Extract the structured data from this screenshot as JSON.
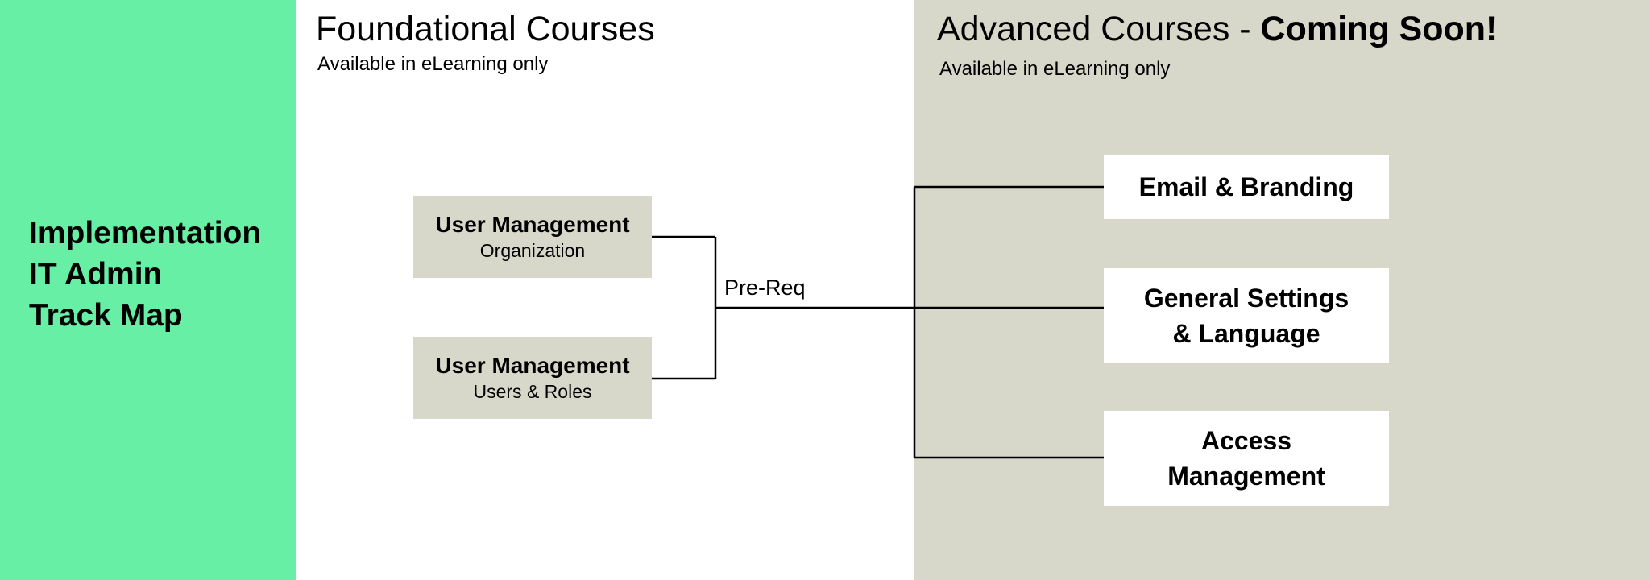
{
  "sidebar": {
    "title_lines": [
      "Implementation",
      "IT Admin",
      "Track Map"
    ]
  },
  "foundational": {
    "title": "Foundational Courses",
    "subtitle": "Available in eLearning only",
    "courses": [
      {
        "title": "User Management",
        "subtitle": "Organization"
      },
      {
        "title": "User Management",
        "subtitle": "Users & Roles"
      }
    ]
  },
  "advanced": {
    "title_prefix": "Advanced Courses - ",
    "title_emphasis": "Coming Soon!",
    "subtitle": "Available in eLearning only",
    "courses": [
      {
        "lines": [
          "Email & Branding",
          ""
        ]
      },
      {
        "lines": [
          "General Settings",
          "& Language"
        ]
      },
      {
        "lines": [
          "Access",
          "Management"
        ]
      }
    ]
  },
  "connectors": {
    "prereq_label": "Pre-Req"
  },
  "colors": {
    "sidebar_green": "#68EFA6",
    "panel_beige": "#D8D8CA",
    "course_box_beige": "#D8D8CA",
    "advanced_box_white": "#FFFFFF",
    "line_color": "#000000"
  }
}
